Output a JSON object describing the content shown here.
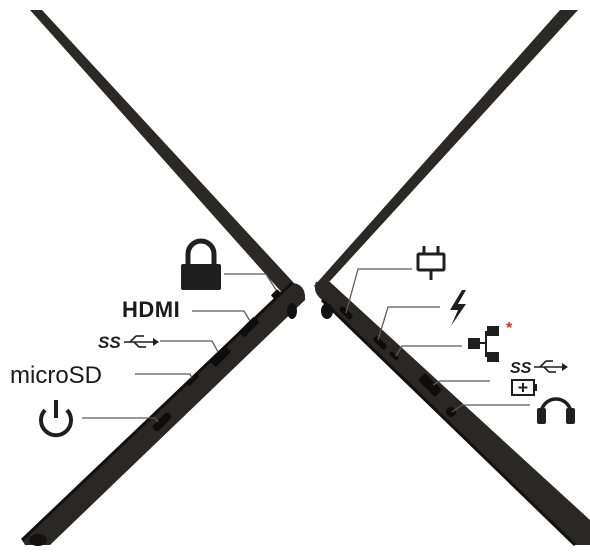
{
  "labels": {
    "hdmi": "HDMI",
    "microsd": "microSD",
    "usb_superspeed_left": "SS",
    "usb_superspeed_right": "SS",
    "footnote_marker": "*"
  },
  "colors": {
    "body": "#2a2828",
    "body_edge": "#111111",
    "port": "#0d0d0d",
    "callout_line": "#5a5a5a",
    "icon": "#1f1f1f",
    "footnote": "#d0312d"
  },
  "icons": {
    "left": [
      "lock-icon",
      "hdmi-port",
      "usb-superspeed-icon",
      "microsd-slot",
      "power-icon"
    ],
    "right": [
      "power-plug-icon",
      "thunderbolt-icon",
      "ethernet-icon",
      "usb-superspeed-icon",
      "battery-charge-icon",
      "headphone-icon"
    ]
  }
}
